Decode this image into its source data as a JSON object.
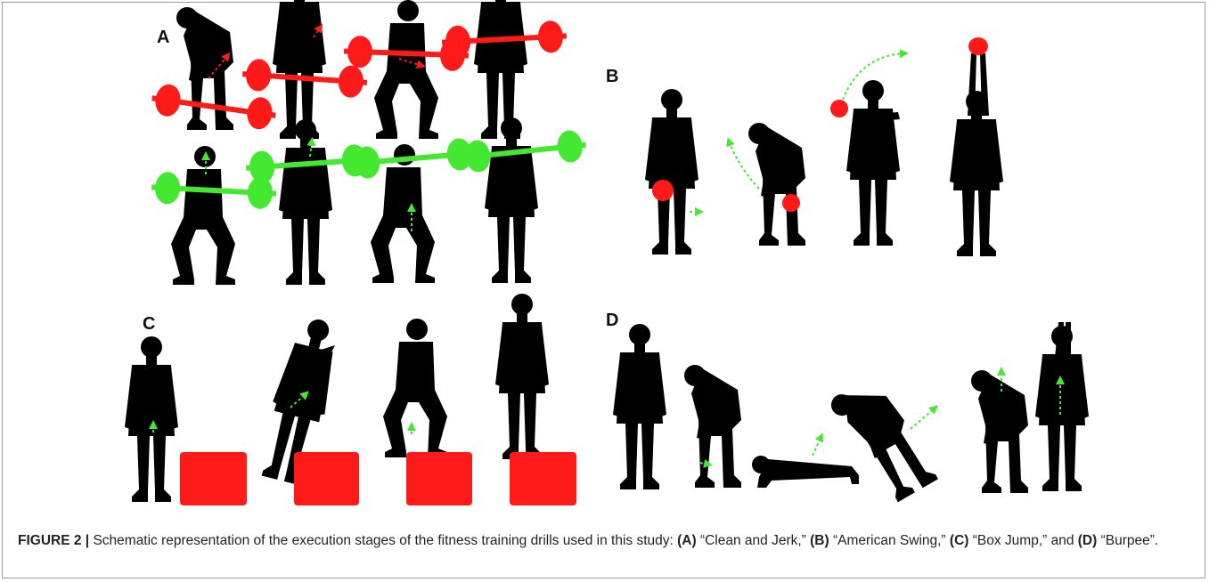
{
  "panels": {
    "a": "A",
    "b": "B",
    "c": "C",
    "d": "D"
  },
  "caption": {
    "figure_label": "FIGURE 2 |",
    "intro": " Schematic representation of the execution stages of the fitness training drills used in this study: ",
    "a_label": "(A)",
    "a_text": " “Clean and Jerk,” ",
    "b_label": "(B)",
    "b_text": " “American Swing,” ",
    "c_label": "(C)",
    "c_text": " “Box Jump,” and ",
    "d_label": "(D)",
    "d_text": " “Burpee”."
  },
  "colors": {
    "weight_phase_1": "#ff1a1a",
    "weight_phase_2": "#44e830",
    "silhouette": "#000000"
  }
}
